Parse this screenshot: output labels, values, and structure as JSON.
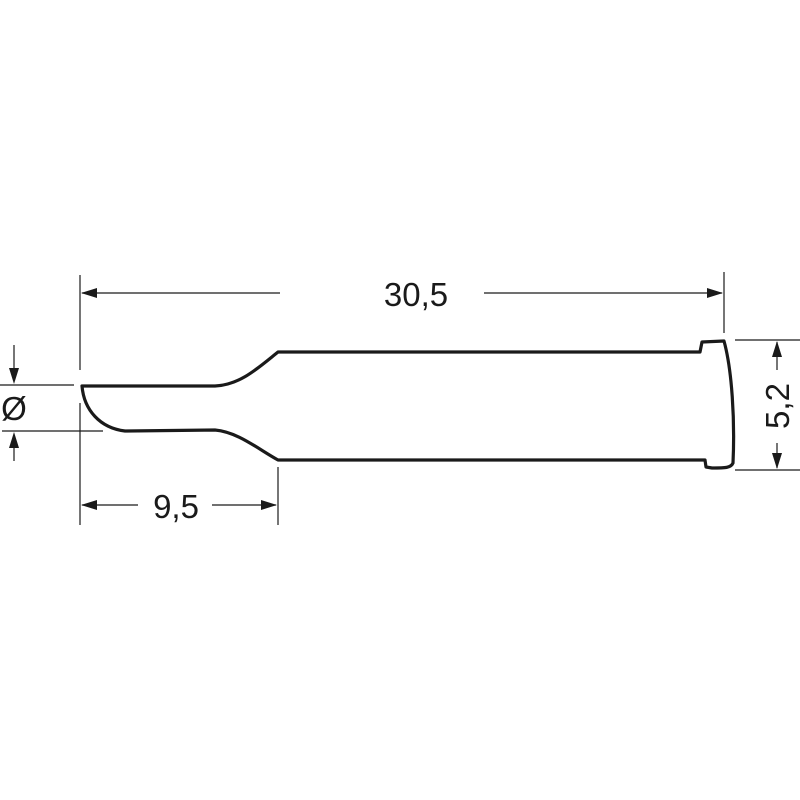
{
  "drawing": {
    "subject": "soldering tip technical drawing",
    "units": "mm",
    "line_color": "#1a1a1a",
    "background": "#ffffff"
  },
  "dimensions": {
    "overall_length": {
      "label": "30,5",
      "value": 30.5
    },
    "tip_length": {
      "label": "9,5",
      "value": 9.5
    },
    "shank_diameter": {
      "label": "5,2",
      "value": 5.2
    },
    "tip_diameter": {
      "label": "Ø",
      "value": null
    }
  }
}
